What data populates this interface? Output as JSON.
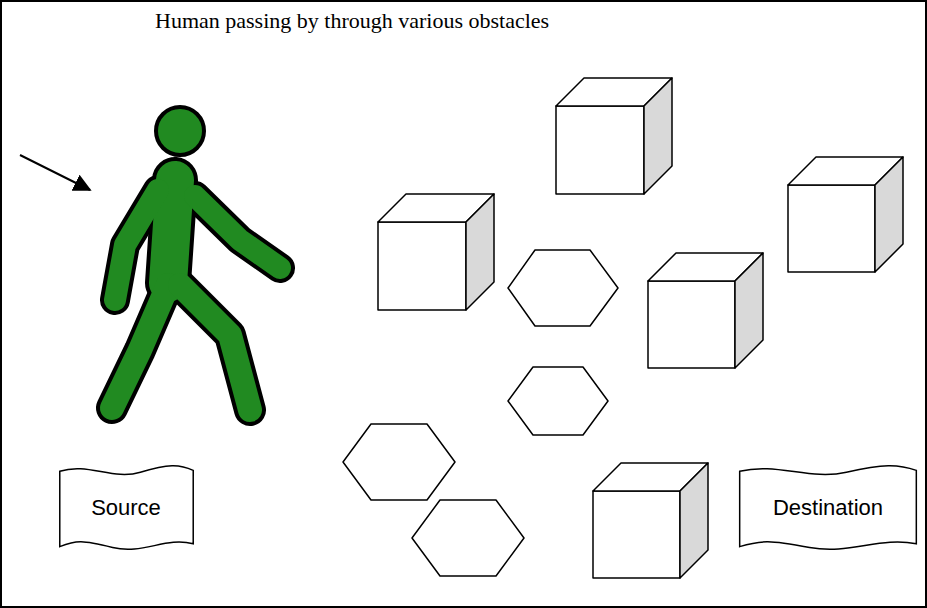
{
  "diagram": {
    "title": "Human passing by through various obstacles",
    "nodes": [
      {
        "text": [
          "Source"
        ]
      },
      {
        "text": [
          "Destination"
        ]
      }
    ]
  }
}
